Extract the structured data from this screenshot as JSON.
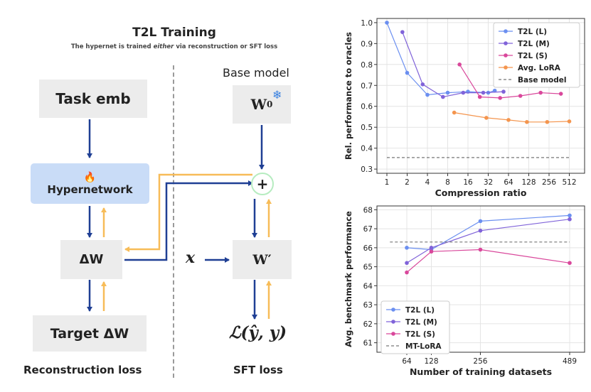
{
  "diagram": {
    "title": "T2L Training",
    "subtitle_pre": "The hypernet is trained ",
    "subtitle_em": "either",
    "subtitle_post": " via reconstruction or SFT loss",
    "task_emb": "Task emb",
    "hypernetwork": "Hypernetwork",
    "delta_w": "ΔW",
    "target_delta_w": "Target ΔW",
    "reconstruction_loss": "Reconstruction loss",
    "base_model": "Base model",
    "w0": "W",
    "w0_sub": "0",
    "plus": "+",
    "x": "x",
    "w_prime": "W′",
    "loss_expr": "ℒ(ŷ, y)",
    "sft_loss": "SFT loss",
    "snowflake_icon": "❄",
    "fire_icon": "🔥",
    "colors": {
      "down": "#1f3f94",
      "up": "#f7bc58",
      "box": "#ececec",
      "hyper": "#c9dcf7"
    }
  },
  "chart_data": [
    {
      "type": "line",
      "xlabel": "Compression ratio",
      "ylabel": "Rel. performance to oracles",
      "x_scale": "log2",
      "x_ticks": [
        "1",
        "2",
        "4",
        "8",
        "16",
        "32",
        "64",
        "128",
        "256",
        "512"
      ],
      "y_ticks": [
        "0.3",
        "0.4",
        "0.5",
        "0.6",
        "0.7",
        "0.8",
        "0.9",
        "1.0"
      ],
      "ylim": [
        0.28,
        1.02
      ],
      "grid": true,
      "legend": "top-right",
      "series": [
        {
          "name": "T2L (L)",
          "color": "#6b8ff0",
          "x": [
            1,
            2,
            4,
            8,
            16,
            32,
            40
          ],
          "y": [
            1.0,
            0.76,
            0.655,
            0.665,
            0.67,
            0.665,
            0.675
          ]
        },
        {
          "name": "T2L (M)",
          "color": "#8063d9",
          "x": [
            1.7,
            3.4,
            6.8,
            13.6,
            27,
            54
          ],
          "y": [
            0.955,
            0.705,
            0.645,
            0.665,
            0.665,
            0.67
          ]
        },
        {
          "name": "T2L (S)",
          "color": "#d9479b",
          "x": [
            12,
            24,
            48,
            96,
            192,
            384
          ],
          "y": [
            0.8,
            0.645,
            0.64,
            0.65,
            0.665,
            0.66
          ]
        },
        {
          "name": "Avg. LoRA",
          "color": "#f4954e",
          "x": [
            10,
            30,
            64,
            120,
            240,
            512
          ],
          "y": [
            0.57,
            0.545,
            0.535,
            0.525,
            0.525,
            0.528
          ]
        },
        {
          "name": "Base model",
          "color": "#777777",
          "dashed": true,
          "x": [
            1,
            512
          ],
          "y": [
            0.355,
            0.355
          ]
        }
      ]
    },
    {
      "type": "line",
      "xlabel": "Number of training datasets",
      "ylabel": "Avg. benchmark performance",
      "x_ticks": [
        "64",
        "128",
        "256",
        "489"
      ],
      "y_ticks": [
        "61",
        "62",
        "63",
        "64",
        "65",
        "66",
        "67",
        "68"
      ],
      "ylim": [
        60.5,
        68.2
      ],
      "grid": true,
      "legend": "bottom-left",
      "series": [
        {
          "name": "T2L (L)",
          "color": "#6b8ff0",
          "x": [
            64,
            128,
            256,
            489
          ],
          "y": [
            66.0,
            65.9,
            67.4,
            67.7
          ]
        },
        {
          "name": "T2L (M)",
          "color": "#8063d9",
          "x": [
            64,
            128,
            256,
            489
          ],
          "y": [
            65.2,
            66.0,
            66.9,
            67.5
          ]
        },
        {
          "name": "T2L (S)",
          "color": "#d9479b",
          "x": [
            64,
            128,
            256,
            489
          ],
          "y": [
            64.7,
            65.8,
            65.9,
            65.2
          ]
        },
        {
          "name": "MT-LoRA",
          "color": "#777777",
          "dashed": true,
          "x": [
            20,
            489
          ],
          "y": [
            66.3,
            66.3
          ]
        }
      ]
    }
  ]
}
